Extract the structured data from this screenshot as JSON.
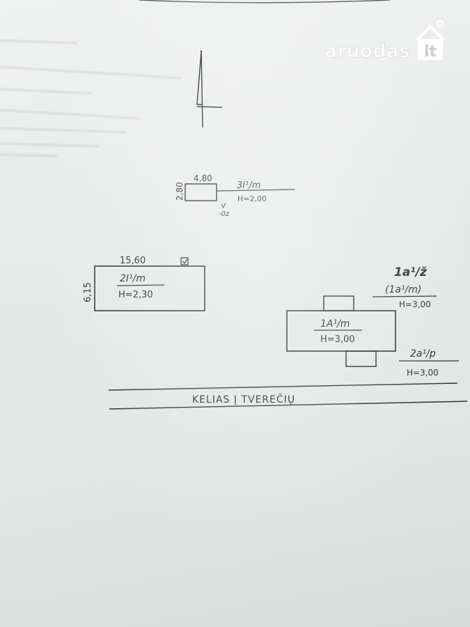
{
  "watermark": {
    "brand": "aruodas",
    "tld": "lt",
    "color": "#ffffff"
  },
  "colors": {
    "ink": "#2a2d33",
    "paper": "#e9eceb"
  },
  "north_arrow": {
    "icon": "north-arrow-icon"
  },
  "small_building": {
    "width_label": "4,80",
    "depth_label": "2,80",
    "code": "3I¹/m",
    "height": "H=2,00",
    "note": "-0z"
  },
  "house_left": {
    "width_label": "15,60",
    "depth_label": "6,15",
    "code": "2I¹/m",
    "height": "H=2,30",
    "marker_icon": "checkbox-icon"
  },
  "house_main": {
    "code": "1A¹/m",
    "height": "H=3,00",
    "extension_top_code": "1a¹/ž",
    "extension_top_code_alt": "(1a¹/m)",
    "extension_top_height": "H=3,00",
    "extension_bottom_code": "2a¹/p",
    "extension_bottom_height": "H=3,00"
  },
  "road": {
    "label": "KELIAS Į TVEREČIŲ"
  }
}
